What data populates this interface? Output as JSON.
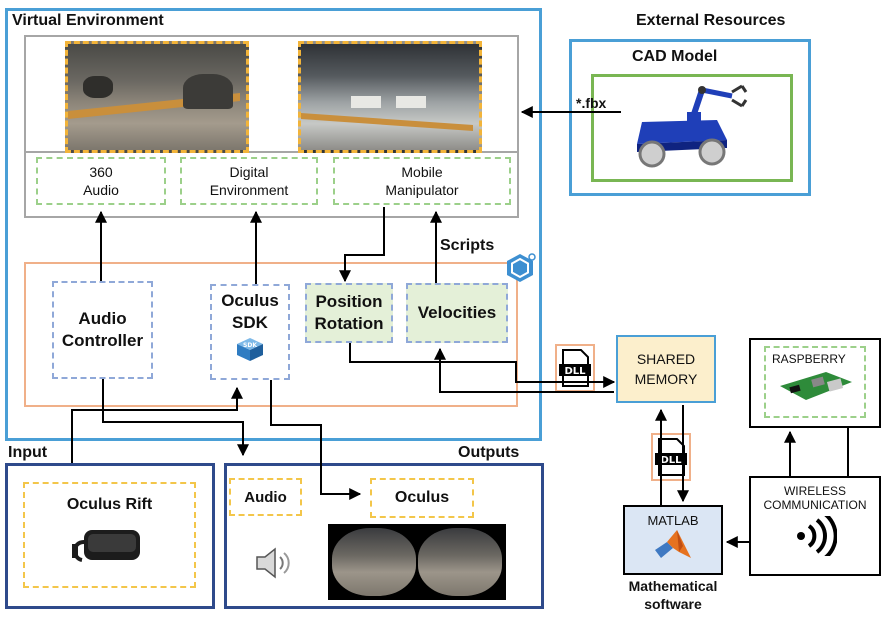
{
  "virtual_environment": {
    "title": "Virtual Environment",
    "modules": [
      {
        "line1": "360",
        "line2": "Audio"
      },
      {
        "line1": "Digital",
        "line2": "Environment"
      },
      {
        "line1": "Mobile",
        "line2": "Manipulator"
      }
    ],
    "scripts_label": "Scripts",
    "scripts": {
      "audio_controller": {
        "line1": "Audio",
        "line2": "Controller"
      },
      "oculus_sdk": {
        "line1": "Oculus",
        "line2": "SDK",
        "badge": "SDK"
      },
      "position_rotation": {
        "line1": "Position",
        "line2": "Rotation"
      },
      "velocities": "Velocities"
    }
  },
  "external_resources": {
    "title": "External Resources",
    "cad_title": "CAD Model",
    "file_ext": "*.fbx"
  },
  "shared": {
    "dll_label": "DLL",
    "memory_line1": "SHARED",
    "memory_line2": "MEMORY"
  },
  "raspberry": {
    "title": "RASPBERRY"
  },
  "wireless": {
    "line1": "WIRELESS",
    "line2": "COMMUNICATION"
  },
  "matlab": {
    "label": "MATLAB",
    "caption_line1": "Mathematical",
    "caption_line2": "software"
  },
  "input": {
    "title": "Input",
    "device": "Oculus Rift"
  },
  "outputs": {
    "title": "Outputs",
    "audio": "Audio",
    "oculus": "Oculus"
  },
  "colors": {
    "frame_blue": "#4a9fd6",
    "frame_navy": "#2e4a8b",
    "scripts_orange": "#f0b089",
    "cad_green": "#79b653",
    "memory_fill": "#fcefcc",
    "matlab_fill": "#dbe6f4",
    "script_fill": "#e4f0d8"
  }
}
